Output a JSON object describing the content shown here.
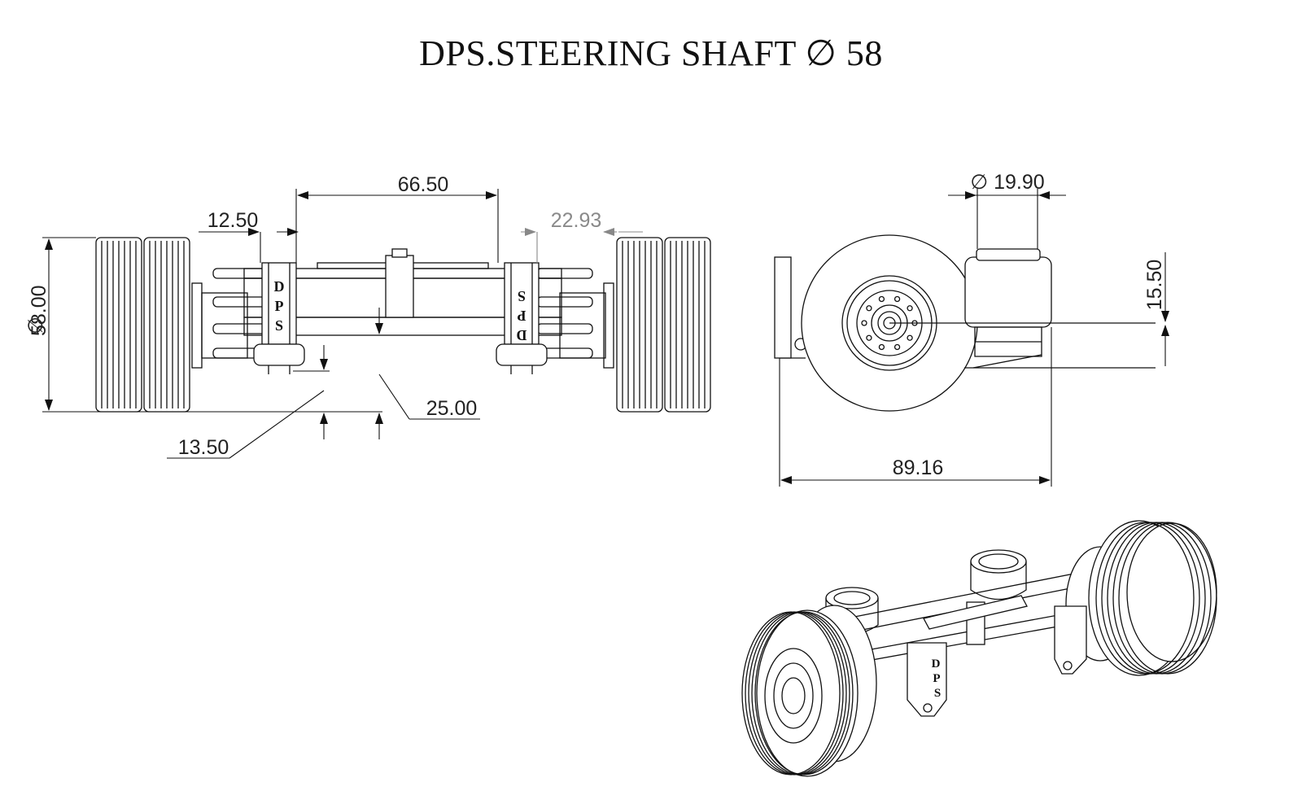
{
  "title": "DPS.STEERING SHAFT ∅ 58",
  "diameter_symbol": "∅",
  "views": {
    "front": {
      "dims": {
        "wheel_diameter": "58.00",
        "offset_left": "12.50",
        "center_span": "66.50",
        "offset_right": "22.93",
        "drop_bracket": "13.50",
        "drop_axle": "25.00"
      },
      "bracket_text": [
        "D",
        "P",
        "S"
      ]
    },
    "side": {
      "dims": {
        "airbag_diameter": "19.90",
        "height_offset": "15.50",
        "overall_length": "89.16"
      }
    },
    "iso": {
      "bracket_text": [
        "D",
        "P",
        "S"
      ]
    }
  }
}
